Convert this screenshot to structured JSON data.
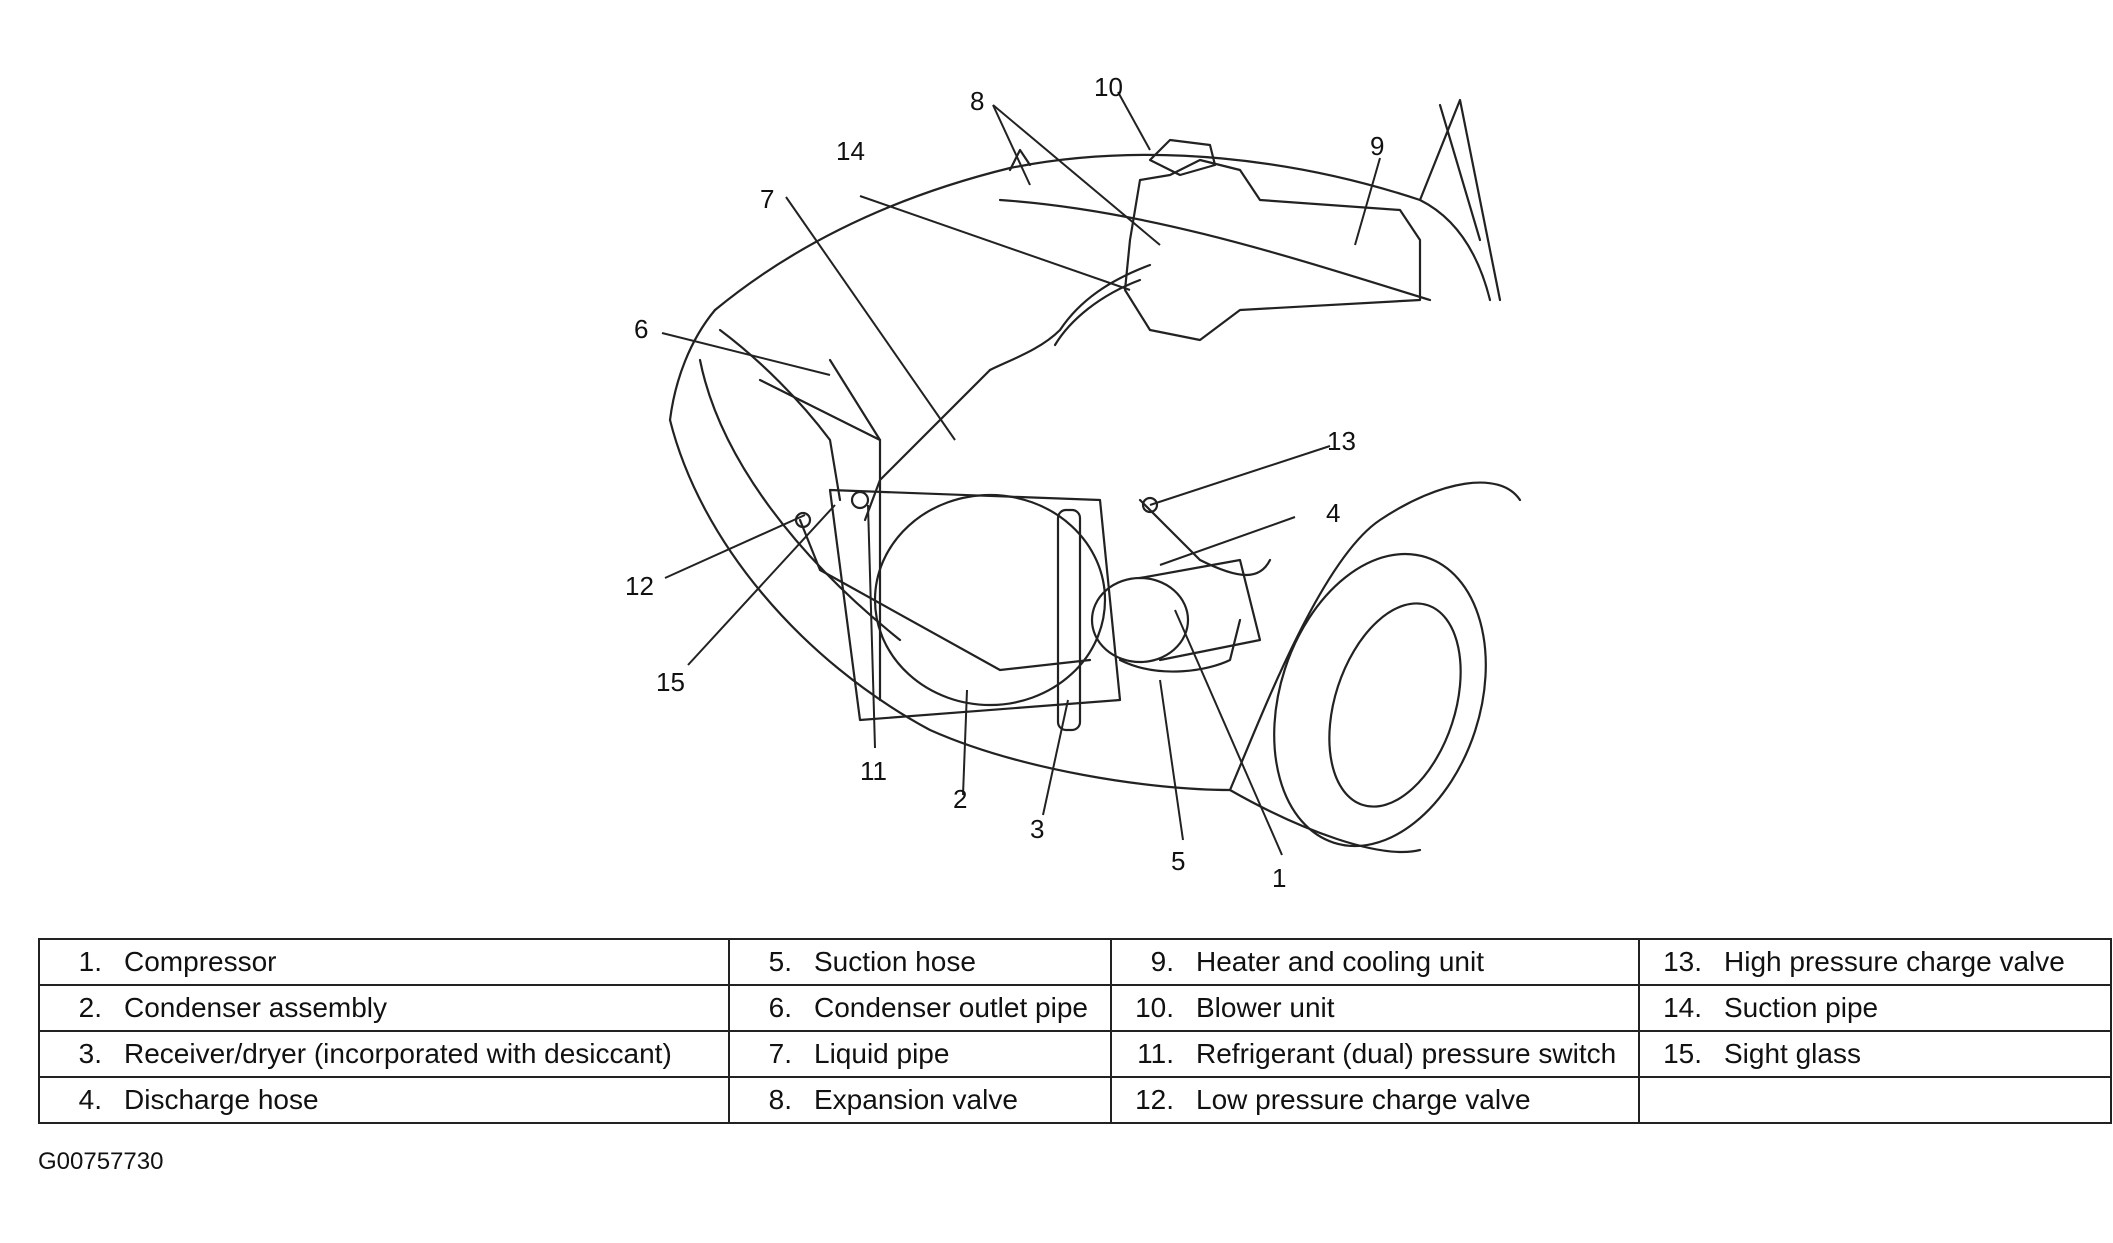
{
  "callouts": [
    "1",
    "2",
    "3",
    "4",
    "5",
    "6",
    "7",
    "8",
    "9",
    "10",
    "11",
    "12",
    "13",
    "14",
    "15"
  ],
  "legend": [
    [
      {
        "num": "1.",
        "label": "Compressor"
      },
      {
        "num": "5.",
        "label": "Suction hose"
      },
      {
        "num": "9.",
        "label": "Heater and cooling unit"
      },
      {
        "num": "13.",
        "label": "High pressure charge valve"
      }
    ],
    [
      {
        "num": "2.",
        "label": "Condenser assembly"
      },
      {
        "num": "6.",
        "label": "Condenser outlet pipe"
      },
      {
        "num": "10.",
        "label": "Blower unit"
      },
      {
        "num": "14.",
        "label": "Suction pipe"
      }
    ],
    [
      {
        "num": "3.",
        "label": "Receiver/dryer (incorporated with desiccant)"
      },
      {
        "num": "7.",
        "label": "Liquid pipe"
      },
      {
        "num": "11.",
        "label": "Refrigerant (dual) pressure switch"
      },
      {
        "num": "15.",
        "label": "Sight glass"
      }
    ],
    [
      {
        "num": "4.",
        "label": "Discharge hose"
      },
      {
        "num": "8.",
        "label": "Expansion valve"
      },
      {
        "num": "12.",
        "label": "Low pressure charge valve"
      },
      {
        "num": "",
        "label": ""
      }
    ]
  ],
  "figure_id": "G00757730"
}
